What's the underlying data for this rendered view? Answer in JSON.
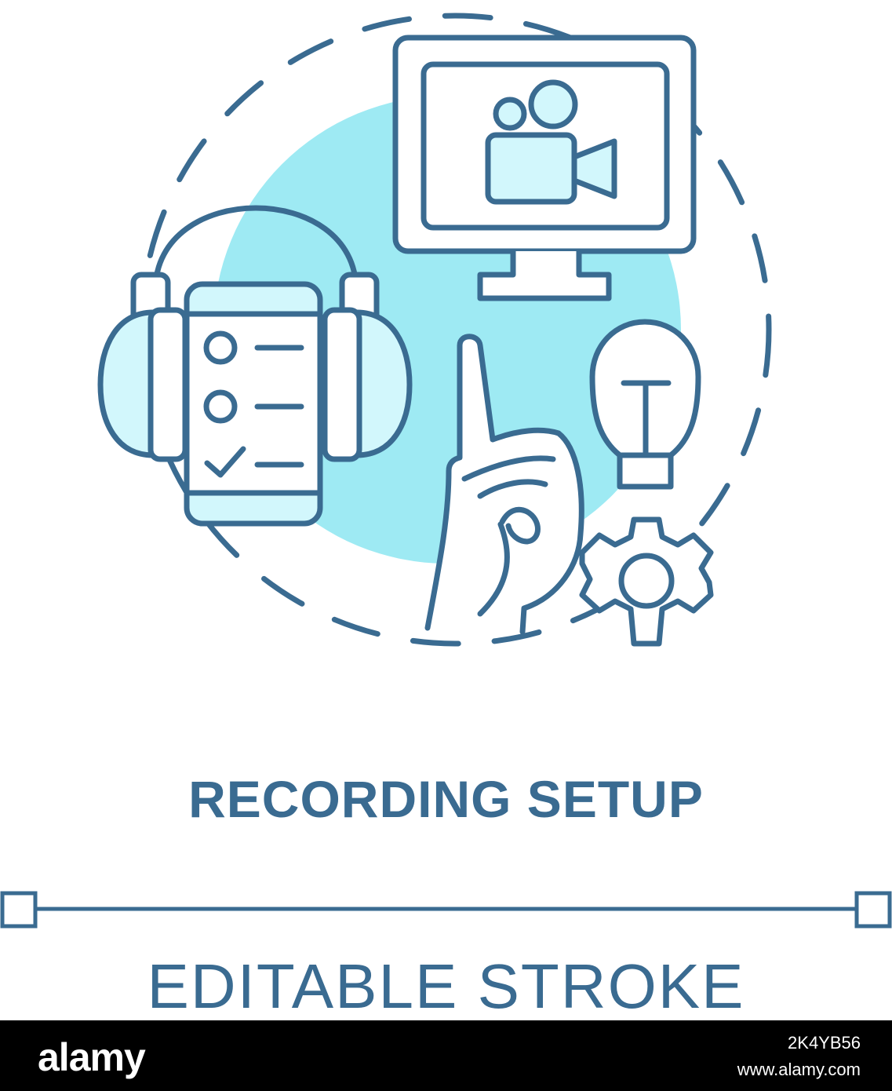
{
  "title": "RECORDING SETUP",
  "subtitle": "EDITABLE STROKE",
  "watermark": {
    "logo": "alamy",
    "image_id": "2K4YB56",
    "site": "www.alamy.com"
  },
  "colors": {
    "stroke": "#3a6b91",
    "fill_light": "#d2f7fc",
    "blob": "#9eeaf3",
    "background": "#ffffff"
  },
  "icons": [
    "headphones-icon",
    "smartphone-checklist-icon",
    "monitor-icon",
    "video-camera-icon",
    "hand-finger-icon",
    "light-bulb-icon",
    "gear-icon"
  ]
}
